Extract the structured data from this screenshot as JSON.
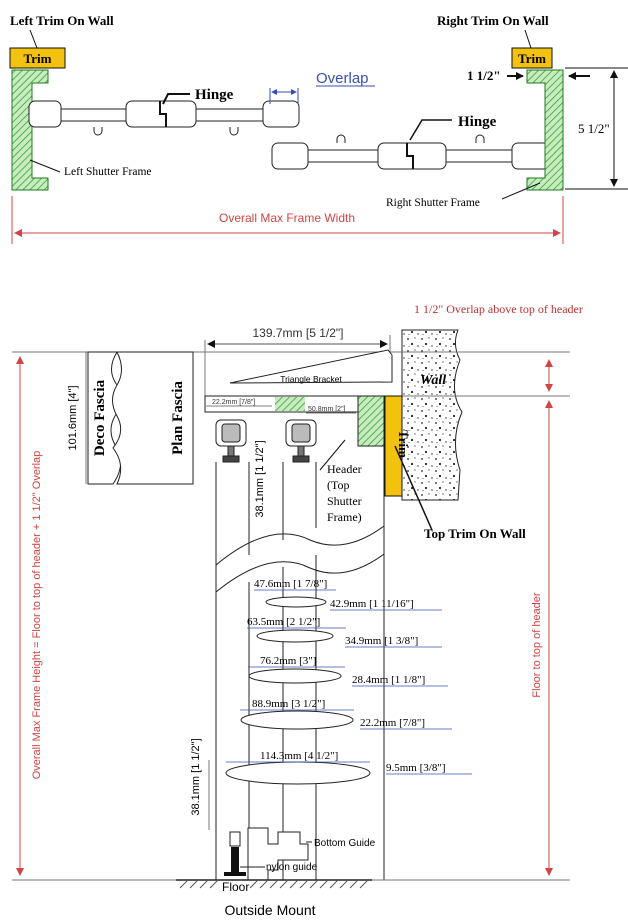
{
  "top_diagram": {
    "left_trim_on_wall": "Left Trim On Wall",
    "right_trim_on_wall": "Right Trim On Wall",
    "trim_label": "Trim",
    "hinge_label": "Hinge",
    "overlap_label": "Overlap",
    "left_shutter_frame": "Left Shutter Frame",
    "right_shutter_frame": "Right Shutter Frame",
    "overall_max_frame_width": "Overall Max Frame Width",
    "dim_1_1_2": "1 1/2\"",
    "dim_5_1_2": "5 1/2\""
  },
  "bottom_diagram": {
    "overlap_above_header": "1 1/2\" Overlap above top of header",
    "dim_139_7": "139.7mm [5 1/2\"]",
    "triangle_bracket": "Triangle Bracket",
    "wall": "Wall",
    "dim_22_2_top": "22.2mm [7/8\"]",
    "dim_50_8": "50.8mm [2\"]",
    "deco_fascia": "Deco Fascia",
    "plan_fascia": "Plan Fascia",
    "dim_101_6": "101.6mm [4\"]",
    "dim_38_1_top": "38.1mm [1 1/2\"]",
    "trim_label": "Trim",
    "header_label": "Header\n(Top\nShutter\nFrame)",
    "top_trim_on_wall": "Top Trim On Wall",
    "overall_max_frame_height": "Overall Max Frame Height = Floor to top of header + 1 1/2\" Overlap",
    "floor_to_top_of_header": "Floor to top of header",
    "panels": [
      {
        "width": "47.6mm [1 7/8\"]",
        "thickness": "42.9mm [1 11/16\"]"
      },
      {
        "width": "63.5mm [2 1/2\"]",
        "thickness": "34.9mm [1 3/8\"]"
      },
      {
        "width": "76.2mm [3\"]",
        "thickness": "28.4mm [1 1/8\"]"
      },
      {
        "width": "88.9mm [3 1/2\"]",
        "thickness": "22.2mm [7/8\"]"
      },
      {
        "width": "114.3mm [4 1/2\"]",
        "thickness": "9.5mm [3/8\"]"
      }
    ],
    "dim_38_1_bottom": "38.1mm [1 1/2\"]",
    "bottom_guide": "Bottom Guide",
    "nylon_guide": "nylon guide",
    "floor": "Floor",
    "outside_mount": "Outside Mount"
  },
  "colors": {
    "trim_yellow": "#f2c20e",
    "frame_green": "#2db42d",
    "dim_red": "#d04545",
    "dim_blue": "#3a4fb0"
  }
}
